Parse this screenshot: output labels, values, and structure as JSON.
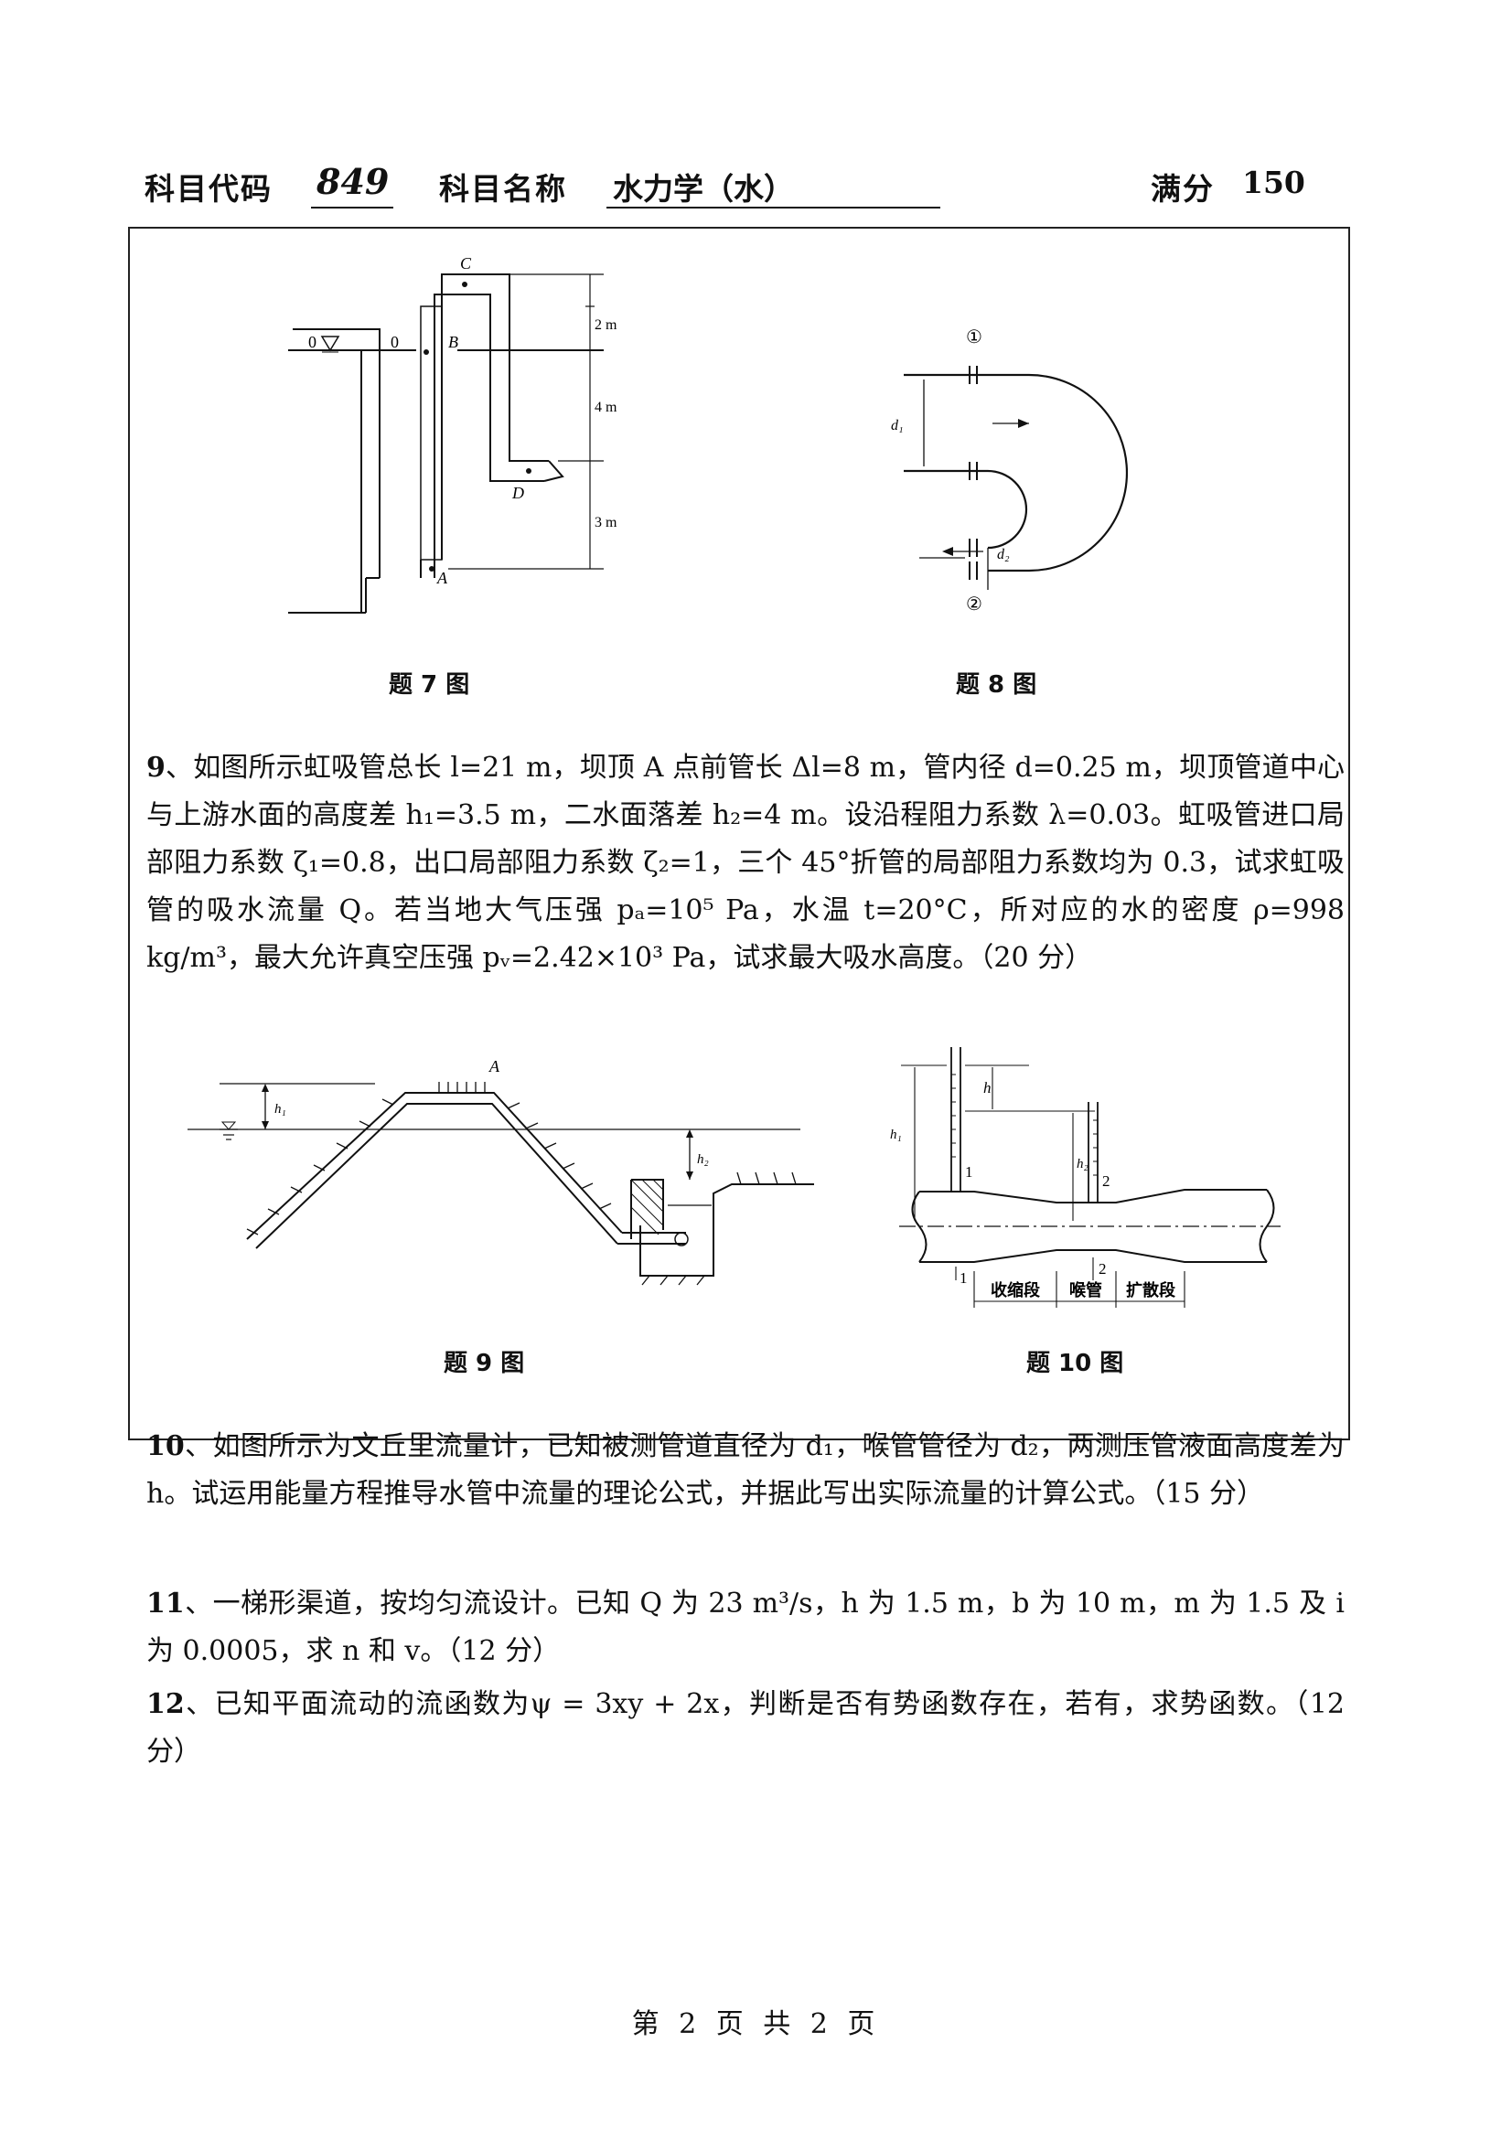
{
  "header": {
    "code_label": "科目代码",
    "code": "849",
    "name_label": "科目名称",
    "name": "水力学（水）",
    "score_label": "满分",
    "score": "150"
  },
  "fig7": {
    "caption": "题 7 图",
    "labels": {
      "c": "C",
      "b": "B",
      "d": "D",
      "a": "A",
      "zero_left": "0",
      "zero_right": "0",
      "dim_top": "2 m",
      "dim_mid": "4 m",
      "dim_bot": "3 m"
    }
  },
  "fig8": {
    "caption": "题 8 图",
    "labels": {
      "sec1": "①",
      "sec2": "②",
      "d1": "d₁",
      "d2": "d₂"
    }
  },
  "fig9": {
    "caption": "题 9 图",
    "labels": {
      "a": "A",
      "h1": "h₁",
      "h2": "h₂"
    }
  },
  "fig10": {
    "caption": "题 10 图",
    "labels": {
      "h": "h",
      "h1": "h₁",
      "h2": "h₂",
      "one_top": "1",
      "two_top": "2",
      "one_bot": "1",
      "two_bot": "2",
      "seg1": "收缩段",
      "seg2": "喉管",
      "seg3": "扩散段"
    }
  },
  "q9": {
    "num": "9",
    "text": "、如图所示虹吸管总长 l=21 m，坝顶 A 点前管长 Δl=8 m，管内径 d=0.25 m，坝顶管道中心与上游水面的高度差 h₁=3.5 m，二水面落差 h₂=4 m。设沿程阻力系数 λ=0.03。虹吸管进口局部阻力系数 ζ₁=0.8，出口局部阻力系数 ζ₂=1，三个 45°折管的局部阻力系数均为 0.3，试求虹吸管的吸水流量 Q。若当地大气压强 pₐ=10⁵ Pa，水温 t=20°C，所对应的水的密度 ρ=998 kg/m³，最大允许真空压强 pᵥ=2.42×10³ Pa，试求最大吸水高度。（20 分）"
  },
  "q10": {
    "num": "10",
    "text": "、如图所示为文丘里流量计，已知被测管道直径为 d₁，喉管管径为 d₂，两测压管液面高度差为 h。试运用能量方程推导水管中流量的理论公式，并据此写出实际流量的计算公式。（15 分）"
  },
  "q11": {
    "num": "11",
    "text": "、一梯形渠道，按均匀流设计。已知 Q 为 23 m³/s，h 为 1.5 m，b 为 10 m，m 为 1.5 及 i 为 0.0005，求 n 和 v。（12 分）"
  },
  "q12": {
    "num": "12",
    "text": "、已知平面流动的流函数为ψ = 3xy + 2x，判断是否有势函数存在，若有，求势函数。（12 分）"
  },
  "footer": {
    "text": "第 2 页 共 2 页"
  }
}
